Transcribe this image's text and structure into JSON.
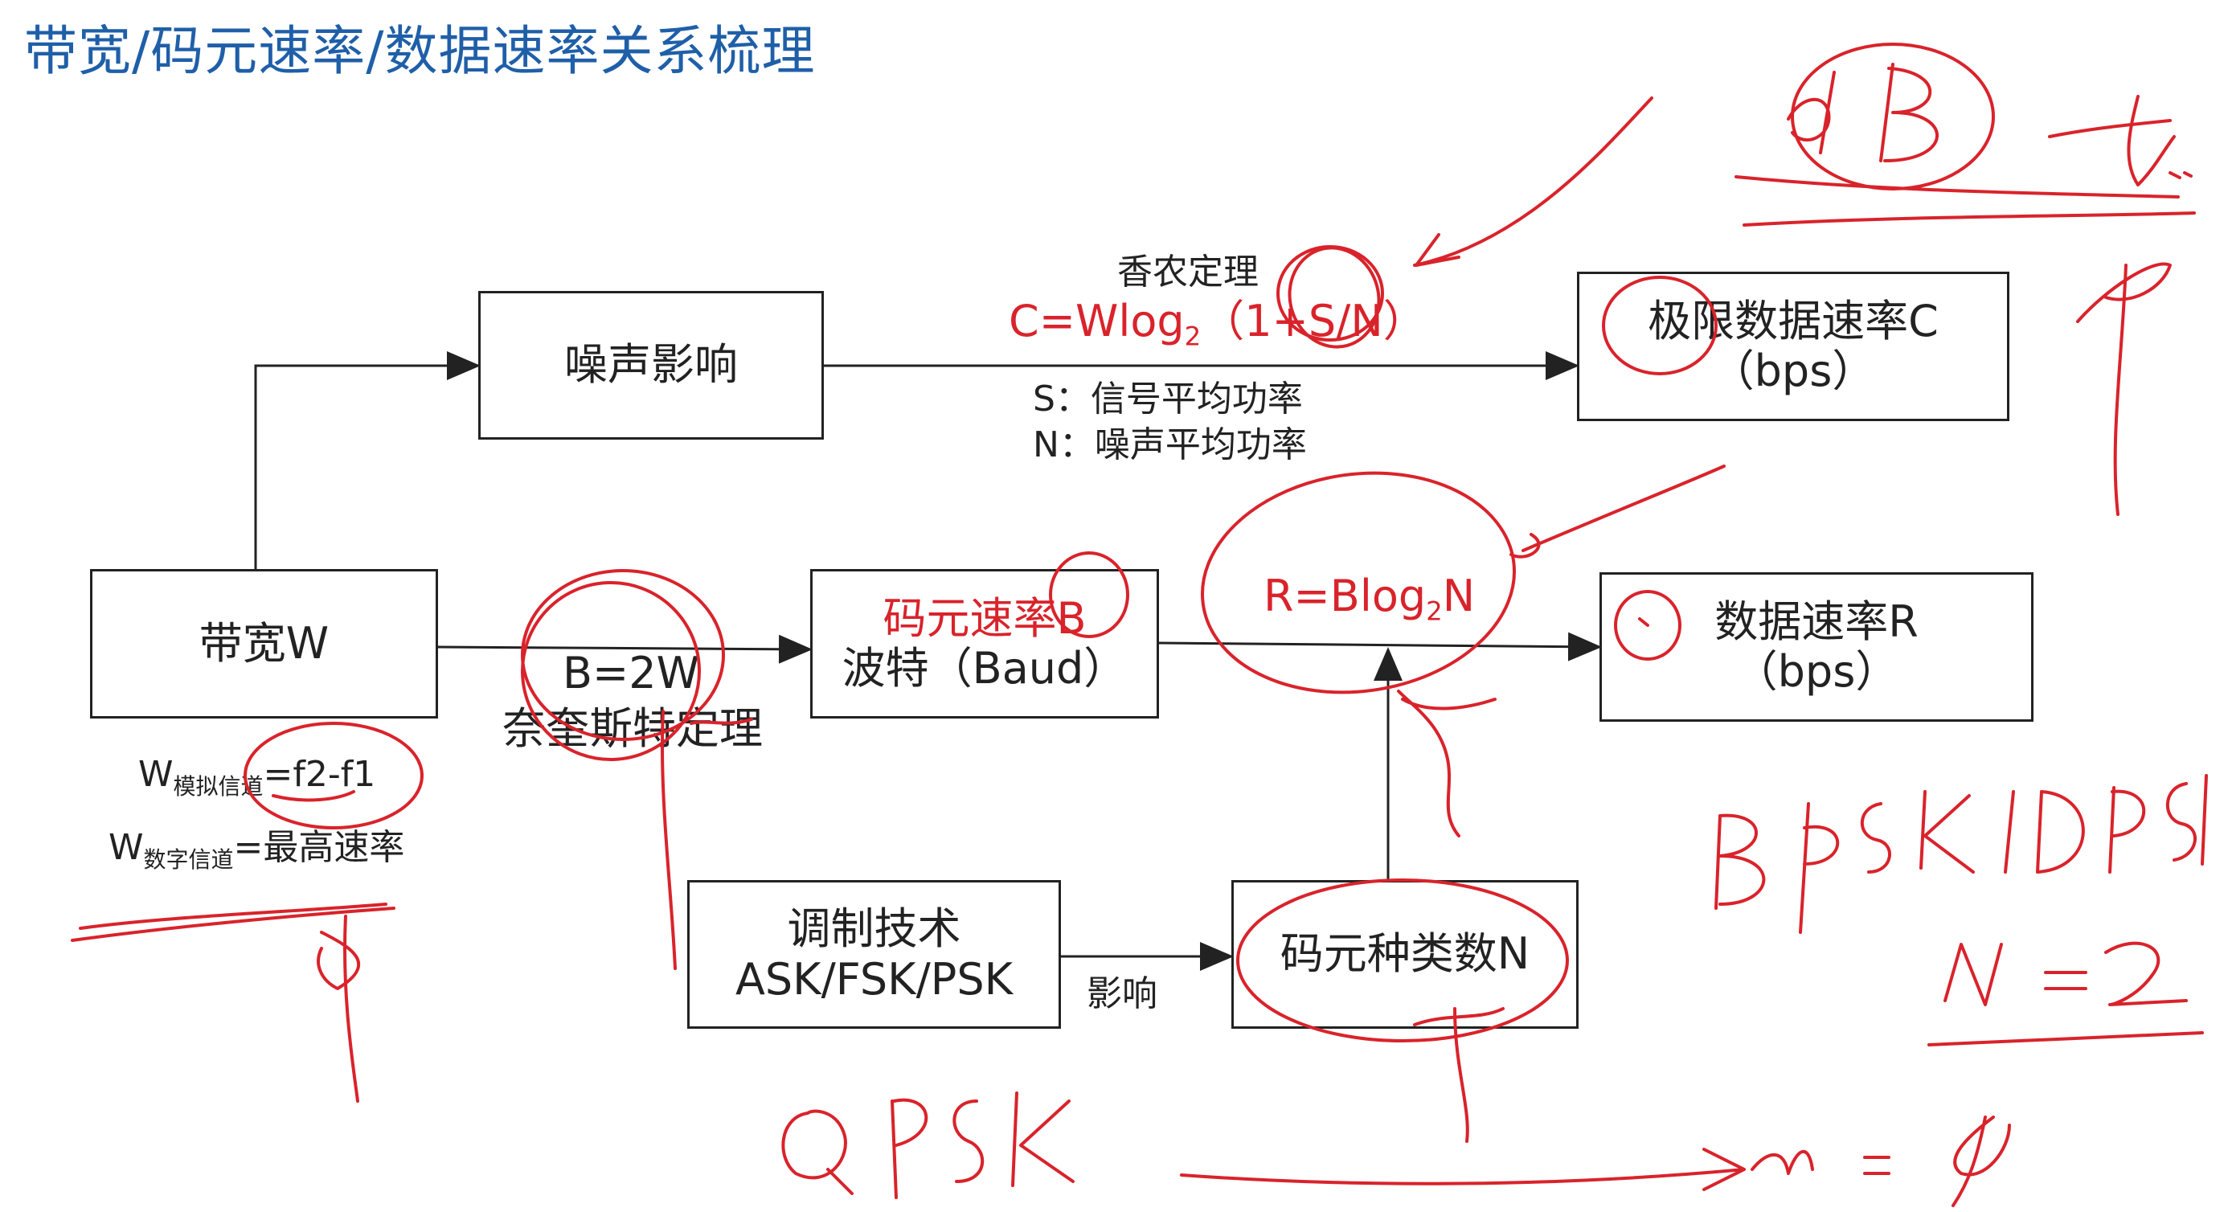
{
  "title": "带宽/码元速率/数据速率关系梳理",
  "boxes": {
    "noise": "噪声影响",
    "limit_line1": "极限数据速率C",
    "limit_line2": "（bps）",
    "bandwidth": "带宽W",
    "baud_line1": "码元速率B",
    "baud_line2": "波特（Baud）",
    "datarate_line1": "数据速率R",
    "datarate_line2": "（bps）",
    "modulation_line1": "调制技术",
    "modulation_line2": "ASK/FSK/PSK",
    "symbol_types": "码元种类数N"
  },
  "labels": {
    "shannon_name": "香农定理",
    "shannon_formula_a": "C=Wlog",
    "shannon_formula_sub": "2",
    "shannon_formula_b": "（1+S/N）",
    "signal_power": "S：信号平均功率",
    "noise_power": "N：噪声平均功率",
    "nyquist_formula": "B=2W",
    "nyquist_name": "奈奎斯特定理",
    "rate_formula_a": "R=Blog",
    "rate_formula_sub": "2",
    "rate_formula_b": "N",
    "analog_w_main": "W",
    "analog_w_sub": "模拟信道",
    "analog_w_rest": "=f2-f1",
    "digital_w_main": "W",
    "digital_w_sub": "数字信道",
    "digital_w_rest": "=最高速率",
    "affects": "影响"
  },
  "colors": {
    "title": "#1f5fa8",
    "formula": "#d9232b",
    "ink": "#d9232b"
  }
}
